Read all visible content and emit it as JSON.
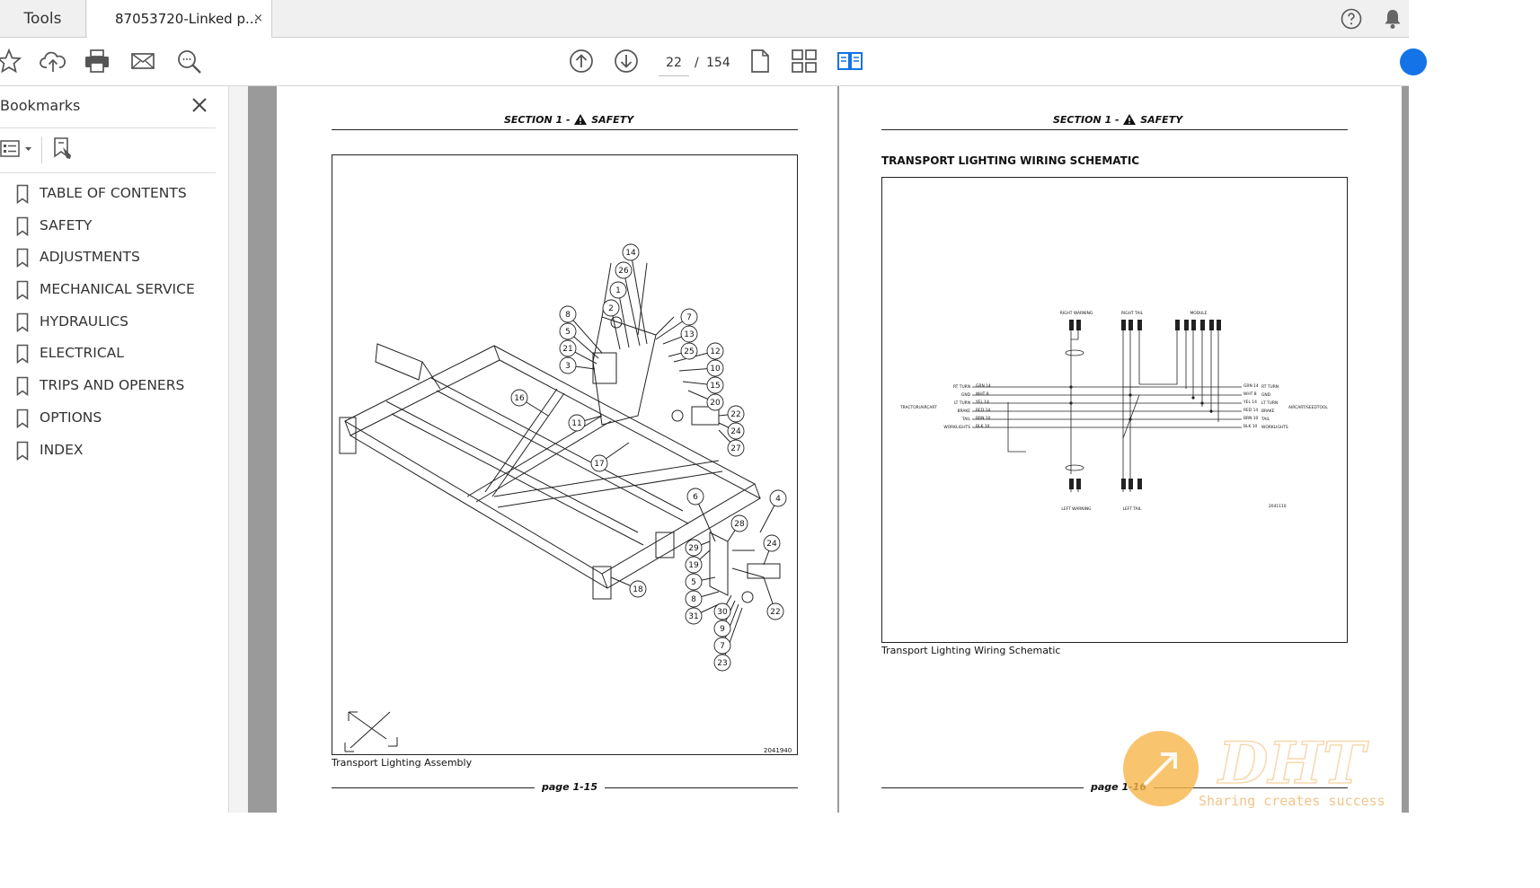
{
  "tabs": {
    "tools_label": "Tools",
    "document_title": "87053720-Linked p...",
    "close_glyph": "×"
  },
  "toolbar": {
    "icons": [
      "star-icon",
      "upload-icon",
      "print-icon",
      "mail-icon",
      "zoom-search-icon",
      "page-up-icon",
      "page-down-icon",
      "single-page-icon",
      "thumbnails-icon",
      "two-page-icon"
    ],
    "current_page": "22",
    "page_separator": "/",
    "total_pages": "154",
    "accent_color": "#1473e6"
  },
  "sidebar": {
    "title": "Bookmarks",
    "items": [
      {
        "label": "TABLE OF CONTENTS"
      },
      {
        "label": "SAFETY"
      },
      {
        "label": "ADJUSTMENTS"
      },
      {
        "label": "MECHANICAL SERVICE"
      },
      {
        "label": "HYDRAULICS"
      },
      {
        "label": "ELECTRICAL"
      },
      {
        "label": "TRIPS AND OPENERS"
      },
      {
        "label": "OPTIONS"
      },
      {
        "label": "INDEX"
      }
    ]
  },
  "pages": {
    "left": {
      "section_prefix": "SECTION 1 -",
      "section_name": "SAFETY",
      "figure_code": "2041940",
      "caption": "Transport Lighting Assembly",
      "page_label": "page 1-15",
      "callouts": [
        "14",
        "26",
        "1",
        "2",
        "8",
        "5",
        "21",
        "3",
        "7",
        "13",
        "25",
        "12",
        "10",
        "15",
        "20",
        "16",
        "11",
        "22",
        "24",
        "27",
        "17",
        "6",
        "4",
        "28",
        "24",
        "29",
        "19",
        "5",
        "8",
        "31",
        "30",
        "9",
        "7",
        "23",
        "22",
        "18"
      ]
    },
    "right": {
      "section_prefix": "SECTION 1 -",
      "section_name": "SAFETY",
      "schematic_title": "TRANSPORT LIGHTING WIRING SCHEMATIC",
      "caption": "Transport Lighting Wiring Schematic",
      "page_label": "page 1-16",
      "schematic": {
        "top_labels": [
          "RIGHT WARNING",
          "RIGHT TAIL",
          "MODULE"
        ],
        "bottom_labels": [
          "LEFT WARNING",
          "LEFT TAIL"
        ],
        "left_side_label": "TRACTOR/AIRCART",
        "right_side_label": "AIRCART/SEEDTOOL",
        "left_wires": [
          "RT TURN",
          "GND",
          "LT TURN",
          "BRAKE",
          "TAIL",
          "WORKLIGHTS"
        ],
        "left_codes": [
          "GRN 14",
          "WHT 8",
          "YEL 14",
          "RED 14",
          "BRN 10",
          "BLK 10"
        ],
        "right_wires": [
          "RT TURN",
          "GND",
          "LT TURN",
          "BRAKE",
          "TAIL",
          "WORKLIGHTS"
        ],
        "right_codes": [
          "GRN 14",
          "WHT 8",
          "YEL 14",
          "RED 14",
          "BRN 10",
          "BLK 10"
        ],
        "code": "2041110"
      }
    }
  },
  "watermark": {
    "logo": "DHT",
    "tagline": "Sharing creates success"
  }
}
